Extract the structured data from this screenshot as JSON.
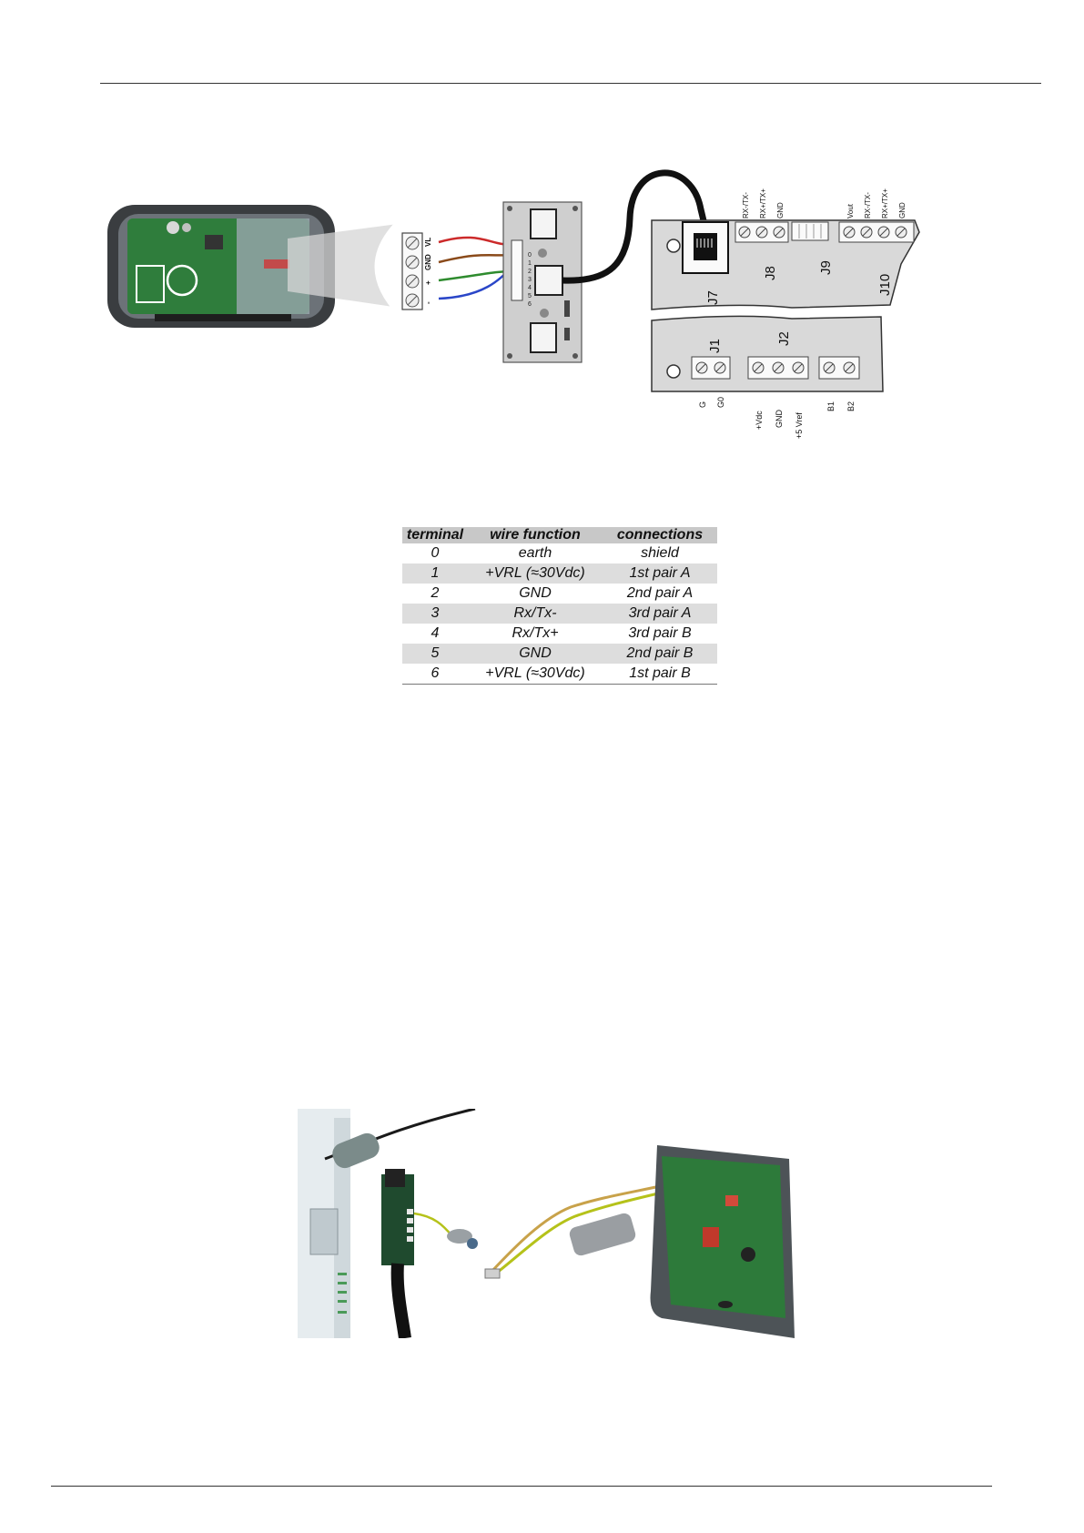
{
  "diagram": {
    "terminal_labels": [
      "VL",
      "GND",
      "+",
      "-"
    ],
    "adapter_pin_numbers": [
      "6",
      "5",
      "4",
      "3",
      "2",
      "1",
      "0"
    ],
    "connectors": {
      "j7": "J7",
      "j8": "J8",
      "j9": "J9",
      "j10": "J10",
      "j1": "J1",
      "j2": "J2"
    },
    "j8_pins": [
      "RX-/TX-",
      "RX+/TX+",
      "GND"
    ],
    "j10_pins": [
      "Vout",
      "RX-/TX-",
      "RX+/TX+",
      "GND"
    ],
    "j1_pins": [
      "G",
      "G0"
    ],
    "j2_pins": [
      "+Vdc",
      "GND",
      "+5 Vref"
    ],
    "b_pins": [
      "B1",
      "B2"
    ],
    "wire_colors": {
      "red": "#cc2a2a",
      "brown": "#8a4a1a",
      "green": "#2e8b2e",
      "blue": "#2a46c8",
      "cable": "#111111"
    }
  },
  "table": {
    "headers": {
      "terminal": "terminal",
      "wire_function": "wire function",
      "connections": "connections"
    },
    "rows": [
      {
        "terminal": "0",
        "function": "earth",
        "connection": "shield"
      },
      {
        "terminal": "1",
        "function": "+VRL (≈30Vdc)",
        "connection": "1st pair A"
      },
      {
        "terminal": "2",
        "function": "GND",
        "connection": "2nd pair A"
      },
      {
        "terminal": "3",
        "function": "Rx/Tx-",
        "connection": "3rd pair A"
      },
      {
        "terminal": "4",
        "function": "Rx/Tx+",
        "connection": "3rd pair B"
      },
      {
        "terminal": "5",
        "function": "GND",
        "connection": "2nd pair B"
      },
      {
        "terminal": "6",
        "function": "+VRL (≈30Vdc)",
        "connection": "1st pair B"
      }
    ]
  }
}
